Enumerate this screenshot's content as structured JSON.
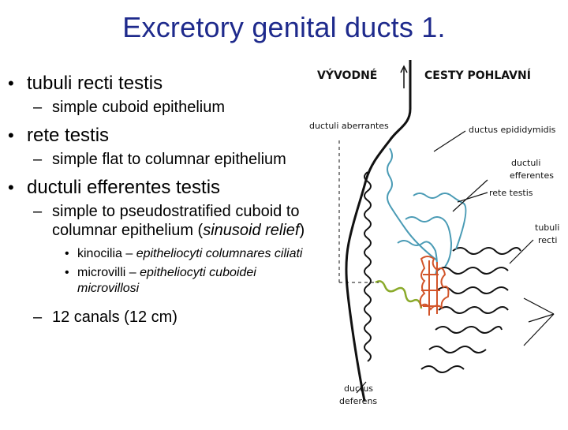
{
  "slide": {
    "title": "Excretory genital ducts 1.",
    "bullets": [
      {
        "text": "tubuli recti testis",
        "sub": [
          {
            "text": "simple cuboid epithelium"
          }
        ]
      },
      {
        "text": "rete testis",
        "sub": [
          {
            "text": "simple flat to columnar epithelium"
          }
        ]
      },
      {
        "text": "ductuli efferentes testis",
        "sub": [
          {
            "pre": "simple to pseudostratified cuboid to columnar epithelium (",
            "italic": "sinusoid relief",
            "post": ")",
            "sub": [
              {
                "pre": "kinocilia – ",
                "italic": "epitheliocyti columnares ciliati"
              },
              {
                "pre": "microvilli – ",
                "italic": "epitheliocyti cuboidei microvillosi"
              }
            ]
          },
          {
            "text": "12 canals (12 cm)"
          }
        ]
      }
    ]
  },
  "figure": {
    "heading_left": "VÝVODNÉ",
    "heading_right": "CESTY POHLAVNÍ",
    "labels": {
      "ductuli_aberrantes": "ductuli aberrantes",
      "ductus_epididymidis": "ductus epididymidis",
      "ductuli": "ductuli",
      "efferentes": "efferentes",
      "rete_testis": "rete testis",
      "tubuli": "tubuli",
      "recti": "recti",
      "ductus": "ductus",
      "deferens": "deferens"
    },
    "colors": {
      "title": "#1e2a8c",
      "rete_testis": "#d2552a",
      "ductuli_efferentes": "#4a9bb5",
      "ductuli_aberrantes": "#8aaa2a",
      "ducts": "#111111"
    }
  }
}
